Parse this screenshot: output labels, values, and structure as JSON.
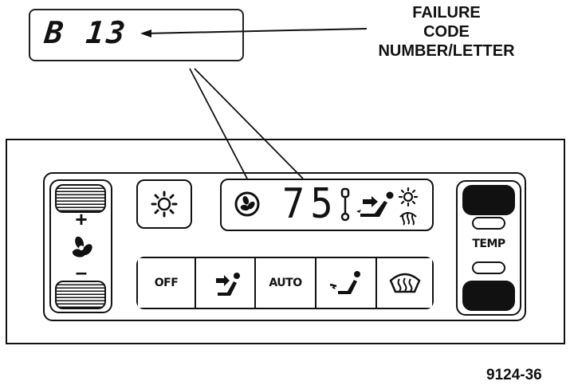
{
  "code_display": {
    "value": "B 13"
  },
  "callout": {
    "lines": [
      "FAILURE",
      "CODE",
      "NUMBER/LETTER"
    ]
  },
  "control_panel": {
    "fan": {
      "plus": "+",
      "minus": "–",
      "fan_icon": "fan-icon"
    },
    "ac_button_icon": "snowflake-icon",
    "display": {
      "fan_icon": "fan-circle-icon",
      "temperature": "75",
      "mode_icons": [
        "defrost-level-icon",
        "vent-icon",
        "ac-snowflake-icon",
        "rear-defrost-icon"
      ]
    },
    "mode_buttons": [
      {
        "label": "OFF"
      },
      {
        "icon": "vent-icon"
      },
      {
        "label": "AUTO"
      },
      {
        "icon": "floor-icon"
      },
      {
        "icon": "defrost-icon"
      }
    ],
    "temp": {
      "label": "TEMP"
    }
  },
  "figure_number": "9124-36"
}
